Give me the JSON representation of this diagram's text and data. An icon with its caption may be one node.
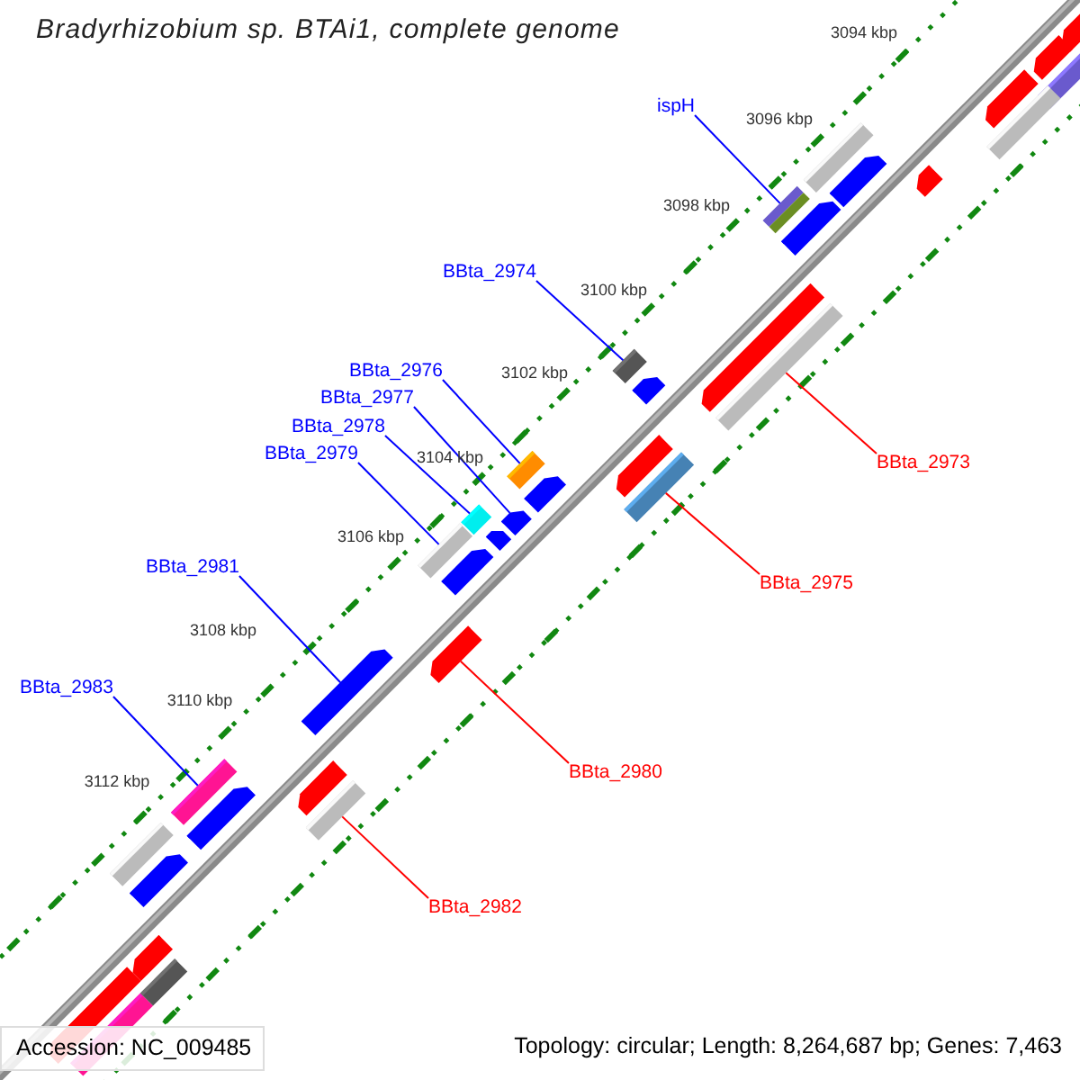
{
  "diagram": {
    "title": "Bradyrhizobium sp. BTAi1, complete genome",
    "nodes": [
      {
        "text": [
          "ispH"
        ]
      },
      {
        "text": [
          "BBta_2974"
        ]
      },
      {
        "text": [
          "BBta_2976"
        ]
      },
      {
        "text": [
          "BBta_2977"
        ]
      },
      {
        "text": [
          "BBta_2978"
        ]
      },
      {
        "text": [
          "BBta_2979"
        ]
      },
      {
        "text": [
          "BBta_2973"
        ]
      },
      {
        "text": [
          "BBta_2975"
        ]
      },
      {
        "text": [
          "BBta_2981"
        ]
      },
      {
        "text": [
          "BBta_2983"
        ]
      },
      {
        "text": [
          "BBta_2980"
        ]
      },
      {
        "text": [
          "BBta_2982"
        ]
      },
      {
        "text": [],
        "shape": "bar"
      },
      {
        "text": [],
        "shape": "bar"
      },
      {
        "text": [],
        "shape": "bar"
      },
      {
        "text": [],
        "shape": "arrow"
      },
      {
        "text": [],
        "shape": "bar"
      },
      {
        "text": [],
        "shape": "bar"
      },
      {
        "text": [],
        "shape": "bar"
      },
      {
        "text": [],
        "shape": "bar"
      },
      {
        "text": [],
        "shape": "arrow"
      },
      {
        "text": [],
        "shape": "bar"
      },
      {
        "text": [],
        "shape": "arrow"
      },
      {
        "text": [],
        "shape": "bar"
      },
      {
        "text": [],
        "shape": "arrow"
      },
      {
        "text": [],
        "shape": "arrow"
      },
      {
        "text": [],
        "shape": "arrow"
      },
      {
        "text": [],
        "shape": "arrow"
      },
      {
        "text": [],
        "shape": "arrow"
      },
      {
        "text": [],
        "shape": "arrow"
      },
      {
        "text": [],
        "shape": "arrow"
      },
      {
        "text": [],
        "shape": "arrow"
      },
      {
        "text": [],
        "shape": "bar"
      },
      {
        "text": [],
        "shape": "bar"
      },
      {
        "text": [],
        "shape": "arrow"
      },
      {
        "text": [],
        "shape": "arrow"
      },
      {
        "text": [],
        "shape": "arrow"
      },
      {
        "text": [],
        "shape": "arrow"
      },
      {
        "text": [],
        "shape": "arrow"
      },
      {
        "text": [],
        "shape": "arrow"
      },
      {
        "text": [],
        "shape": "arrow"
      },
      {
        "text": [],
        "shape": "arrow"
      },
      {
        "text": [],
        "shape": "arrow"
      },
      {
        "text": [],
        "shape": "bar"
      },
      {
        "text": [],
        "shape": "bar"
      },
      {
        "text": [],
        "shape": "bar"
      },
      {
        "text": [],
        "shape": "bar"
      }
    ],
    "edges": [
      {
        "from": 0,
        "to": 12,
        "arrow": "none"
      },
      {
        "from": 1,
        "to": 13,
        "arrow": "none"
      },
      {
        "from": 2,
        "to": 14,
        "arrow": "none"
      },
      {
        "from": 3,
        "to": 15,
        "arrow": "none"
      },
      {
        "from": 4,
        "to": 16,
        "arrow": "none"
      },
      {
        "from": 5,
        "to": 17,
        "arrow": "none"
      },
      {
        "from": 6,
        "to": 18,
        "arrow": "none",
        "color": "#ff0000"
      },
      {
        "from": 7,
        "to": 19,
        "arrow": "none",
        "color": "#ff0000"
      },
      {
        "from": 8,
        "to": 20,
        "arrow": "none"
      },
      {
        "from": 9,
        "to": 21,
        "arrow": "none"
      },
      {
        "from": 10,
        "to": 22,
        "arrow": "none",
        "color": "#ff0000"
      },
      {
        "from": 11,
        "to": 23,
        "arrow": "none",
        "color": "#ff0000"
      }
    ],
    "labels": [
      "3094 kbp",
      "3096 kbp",
      "3098 kbp",
      "3100 kbp",
      "3102 kbp",
      "3104 kbp",
      "3106 kbp",
      "3108 kbp",
      "3110 kbp",
      "3112 kbp",
      "Accession: NC_009485",
      "Topology: circular; Length: 8,264,687 bp; Genes: 7,463"
    ]
  }
}
